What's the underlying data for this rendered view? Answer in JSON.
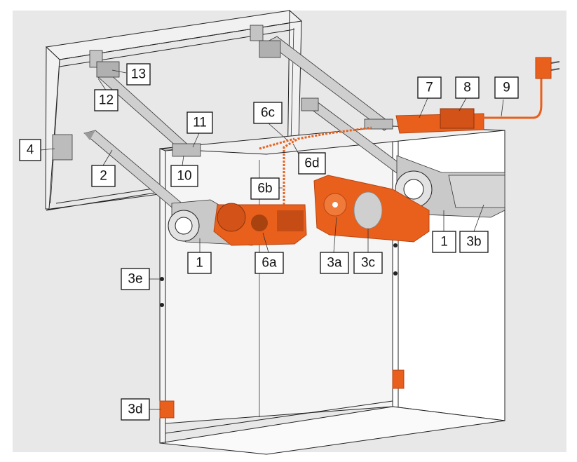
{
  "colors": {
    "background": "#e8e8e8",
    "accent_orange": "#e8601c",
    "orange_dark": "#b84412",
    "frame_line": "#222222",
    "mechanism_gray": "#b8b8b8",
    "label_border": "#111111"
  },
  "labels": [
    {
      "id": "l13",
      "text": "13"
    },
    {
      "id": "l12",
      "text": "12"
    },
    {
      "id": "l4",
      "text": "4"
    },
    {
      "id": "l2",
      "text": "2"
    },
    {
      "id": "l11",
      "text": "11"
    },
    {
      "id": "l10",
      "text": "10"
    },
    {
      "id": "l6c",
      "text": "6c"
    },
    {
      "id": "l6d",
      "text": "6d"
    },
    {
      "id": "l6b",
      "text": "6b"
    },
    {
      "id": "l7",
      "text": "7"
    },
    {
      "id": "l8",
      "text": "8"
    },
    {
      "id": "l9",
      "text": "9"
    },
    {
      "id": "l1a",
      "text": "1"
    },
    {
      "id": "l6a",
      "text": "6a"
    },
    {
      "id": "l3a",
      "text": "3a"
    },
    {
      "id": "l3c",
      "text": "3c"
    },
    {
      "id": "l1b",
      "text": "1"
    },
    {
      "id": "l3b",
      "text": "3b"
    },
    {
      "id": "l3e",
      "text": "3e"
    },
    {
      "id": "l3d",
      "text": "3d"
    }
  ]
}
